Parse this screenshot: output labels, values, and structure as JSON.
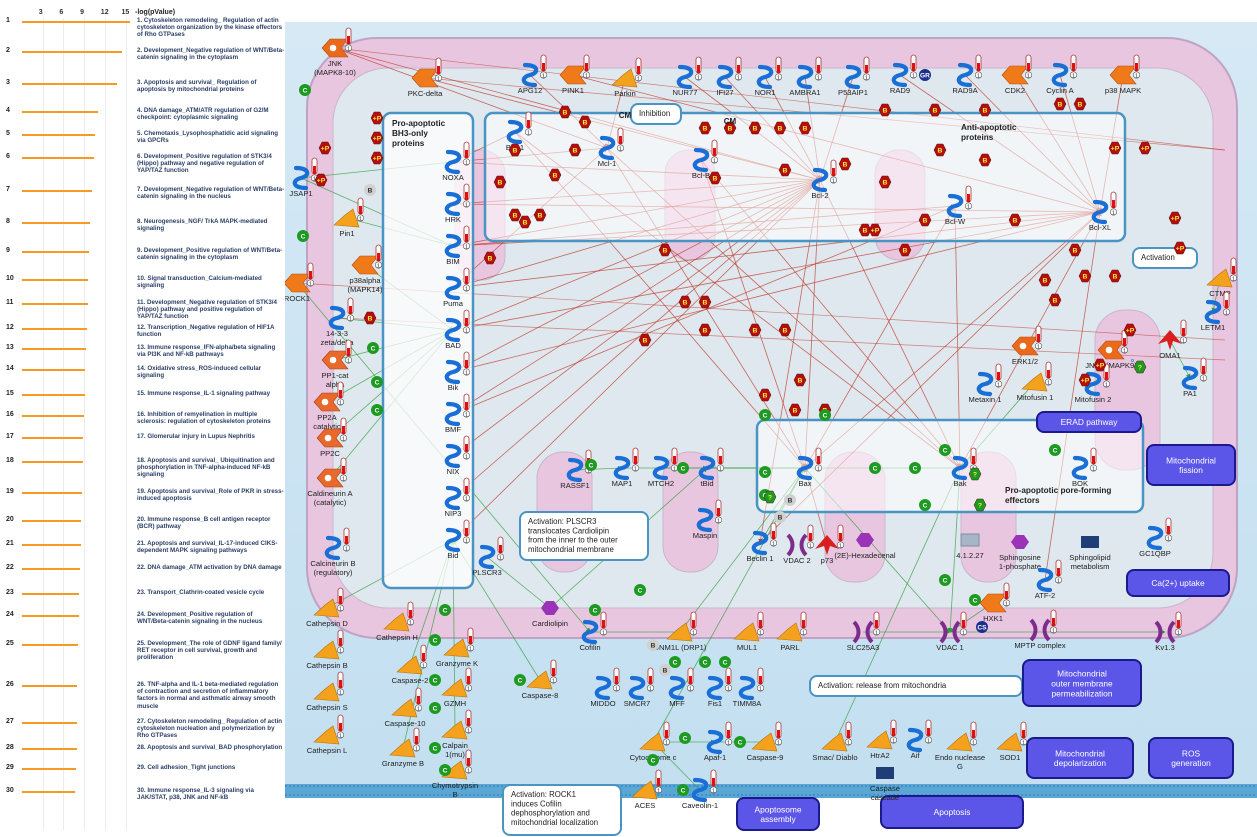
{
  "axis": {
    "title": "-log(pValue)",
    "ticks": [
      "3",
      "6",
      "9",
      "12",
      "15"
    ],
    "tick_values": [
      3,
      6,
      9,
      12,
      15
    ]
  },
  "pathways": [
    {
      "rank": "1",
      "name": "1. Cytoskeleton remodeling_ Regulation of actin cytoskeleton organization by the kinase effectors of Rho GTPases",
      "value": 15.6
    },
    {
      "rank": "2",
      "name": "2. Development_Negative regulation of WNT/Beta-catenin signaling in the cytoplasm",
      "value": 14.5
    },
    {
      "rank": "3",
      "name": "3. Apoptosis and survival_ Regulation of apoptosis by mitochondrial proteins",
      "value": 13.8
    },
    {
      "rank": "4",
      "name": "4. DNA damage_ATM/ATR regulation of G2/M checkpoint: cytoplasmic signaling",
      "value": 11.0
    },
    {
      "rank": "5",
      "name": "5. Chemotaxis_Lysophosphatidic acid signaling via GPCRs",
      "value": 10.6
    },
    {
      "rank": "6",
      "name": "6. Development_Positive regulation of STK3/4 (Hippo) pathway and negative regulation of YAP/TAZ function",
      "value": 10.4
    },
    {
      "rank": "7",
      "name": "7. Development_Negative regulation of WNT/Beta-catenin signaling in the nucleus",
      "value": 10.1
    },
    {
      "rank": "8",
      "name": "8. Neurogenesis_NGF/ TrkA MAPK-mediated signaling",
      "value": 9.9
    },
    {
      "rank": "9",
      "name": "9. Development_Positive regulation of WNT/Beta-catenin signaling in the cytoplasm",
      "value": 9.7
    },
    {
      "rank": "10",
      "name": "10. Signal transduction_Calcium-mediated signaling",
      "value": 9.6
    },
    {
      "rank": "11",
      "name": "11. Development_Negative regulation of STK3/4 (Hippo) pathway and positive regulation of YAP/TAZ function",
      "value": 9.5
    },
    {
      "rank": "12",
      "name": "12. Transcription_Negative regulation of HIF1A function",
      "value": 9.4
    },
    {
      "rank": "13",
      "name": "13. Immune response_IFN-alpha/beta signaling via PI3K and NF-kB pathways",
      "value": 9.3
    },
    {
      "rank": "14",
      "name": "14. Oxidative stress_ROS-induced cellular signaling",
      "value": 9.2
    },
    {
      "rank": "15",
      "name": "15. Immune response_IL-1 signaling pathway",
      "value": 9.1
    },
    {
      "rank": "16",
      "name": "16. Inhibition of remyelination in multiple sclerosis: regulation of cytoskeleton proteins",
      "value": 9.0
    },
    {
      "rank": "17",
      "name": "17. Glomerular injury in Lupus Nephritis",
      "value": 8.9
    },
    {
      "rank": "18",
      "name": "18. Apoptosis and survival_ Ubiquitination and phosphorylation in TNF-alpha-induced NF-kB signaling",
      "value": 8.8
    },
    {
      "rank": "19",
      "name": "19. Apoptosis and survival_Role of PKR in stress-induced apoptosis",
      "value": 8.7
    },
    {
      "rank": "20",
      "name": "20. Immune response_B cell antigen receptor (BCR) pathway",
      "value": 8.6
    },
    {
      "rank": "21",
      "name": "21. Apoptosis and survival_IL-17-induced CIKS-dependent MAPK signaling pathways",
      "value": 8.5
    },
    {
      "rank": "22",
      "name": "22. DNA damage_ATM activation by DNA damage",
      "value": 8.4
    },
    {
      "rank": "23",
      "name": "23. Transport_Clathrin-coated vesicle cycle",
      "value": 8.3
    },
    {
      "rank": "24",
      "name": "24. Development_Positive regulation of WNT/Beta-catenin signaling in the nucleus",
      "value": 8.2
    },
    {
      "rank": "25",
      "name": "25. Development_The role of GDNF ligand family/ RET receptor in cell survival, growth and proliferation",
      "value": 8.1
    },
    {
      "rank": "26",
      "name": "26. TNF-alpha and IL-1 beta-mediated regulation of contraction and secretion of inflammatory factors in normal and asthmatic airway smooth muscle",
      "value": 8.0
    },
    {
      "rank": "27",
      "name": "27. Cytoskeleton remodeling_ Regulation of actin cytoskeleton nucleation and polymerization by Rho GTPases",
      "value": 8.0
    },
    {
      "rank": "28",
      "name": "28. Apoptosis and survival_BAD phosphorylation",
      "value": 7.9
    },
    {
      "rank": "29",
      "name": "29. Cell adhesion_Tight junctions",
      "value": 7.8
    },
    {
      "rank": "30",
      "name": "30. Immune response_IL-3 signaling via JAK/STAT, p38, JNK and NF-kB",
      "value": 7.7
    }
  ],
  "boxes": {
    "bh3": "Pro-apoptotic BH3-only proteins",
    "anti": "Anti-apoptotic proteins",
    "pore": "Pro-apoptotic pore-forming effectors",
    "inhibition": "Inhibition",
    "activation": "Activation",
    "plscr3_note": "Activation: PLSCR3 translocates Cardiolipin from the inner to the outer mitochondrial membrane",
    "release_note": "Activation: release from mitochondria",
    "rock1_note": "Activation: ROCK1 induces Cofilin dephosphorylation and mitochondrial localization"
  },
  "processes": {
    "erad": "ERAD pathway",
    "fission": "Mitochondrial fission",
    "ca_uptake": "Ca(2+) uptake",
    "momp": "Mitochondrial outer membrane permeabilization",
    "depol": "Mitochondrial depolarization",
    "ros": "ROS generation",
    "apoptosome": "Apoptosome assembly",
    "apoptosis": "Apoptosis"
  },
  "nodes": [
    {
      "label": "JNK (MAPK8-10)",
      "type": "kinase-o"
    },
    {
      "label": "PKC-delta",
      "type": "kinase"
    },
    {
      "label": "APG12",
      "type": "s"
    },
    {
      "label": "PINK1",
      "type": "kinase"
    },
    {
      "label": "Parkin",
      "type": "enzyme"
    },
    {
      "label": "NUR77",
      "type": "s"
    },
    {
      "label": "IFI27",
      "type": "s"
    },
    {
      "label": "NOR1",
      "type": "s"
    },
    {
      "label": "AMBRA1",
      "type": "s"
    },
    {
      "label": "P53AIP1",
      "type": "s"
    },
    {
      "label": "RAD9",
      "type": "s"
    },
    {
      "label": "RAD9A",
      "type": "s"
    },
    {
      "label": "CDK2",
      "type": "kinase"
    },
    {
      "label": "Cyclin A",
      "type": "s"
    },
    {
      "label": "p38 MAPK",
      "type": "kinase"
    },
    {
      "label": "JSAP1",
      "type": "s"
    },
    {
      "label": "Pin1",
      "type": "enzyme"
    },
    {
      "label": "p38alpha (MAPK14)",
      "type": "kinase"
    },
    {
      "label": "ROCK1",
      "type": "kinase"
    },
    {
      "label": "14-3-3 zeta/delta",
      "type": "s"
    },
    {
      "label": "PP1-cat alpha",
      "type": "phos"
    },
    {
      "label": "PP2A catalytic",
      "type": "phos"
    },
    {
      "label": "PP2C",
      "type": "phos"
    },
    {
      "label": "Caldineurin A (catalytic)",
      "type": "phos"
    },
    {
      "label": "Calcineurin B (regulatory)",
      "type": "s"
    },
    {
      "label": "NOXA",
      "type": "s"
    },
    {
      "label": "HRK",
      "type": "s"
    },
    {
      "label": "BIM",
      "type": "s"
    },
    {
      "label": "Puma",
      "type": "s"
    },
    {
      "label": "BAD",
      "type": "s"
    },
    {
      "label": "Bik",
      "type": "s"
    },
    {
      "label": "BMF",
      "type": "s"
    },
    {
      "label": "NIX",
      "type": "s"
    },
    {
      "label": "NIP3",
      "type": "s"
    },
    {
      "label": "Bid",
      "type": "s"
    },
    {
      "label": "BFL1",
      "type": "s"
    },
    {
      "label": "Mcl-1",
      "type": "s"
    },
    {
      "label": "Bcl-B",
      "type": "s"
    },
    {
      "label": "Bcl-2",
      "type": "s"
    },
    {
      "label": "Bcl-W",
      "type": "s"
    },
    {
      "label": "Bcl-XL",
      "type": "s"
    },
    {
      "label": "CTMP",
      "type": "enzyme"
    },
    {
      "label": "LETM1",
      "type": "s"
    },
    {
      "label": "OMA1",
      "type": "red"
    },
    {
      "label": "PA1",
      "type": "s"
    },
    {
      "label": "ERK1/2",
      "type": "kinase-o"
    },
    {
      "label": "JNK2 (MAPK9)",
      "type": "kinase-o"
    },
    {
      "label": "Metaxin 1",
      "type": "s"
    },
    {
      "label": "Mitofusin 1",
      "type": "enzyme"
    },
    {
      "label": "Mitofusin 2",
      "type": "s"
    },
    {
      "label": "Bax",
      "type": "s"
    },
    {
      "label": "Bak",
      "type": "s"
    },
    {
      "label": "BOK",
      "type": "s"
    },
    {
      "label": "RASSF1",
      "type": "s"
    },
    {
      "label": "MAP1",
      "type": "s"
    },
    {
      "label": "MTCH2",
      "type": "s"
    },
    {
      "label": "tBid",
      "type": "s"
    },
    {
      "label": "PLSCR3",
      "type": "s"
    },
    {
      "label": "Maspin",
      "type": "s"
    },
    {
      "label": "Beclin 1",
      "type": "s"
    },
    {
      "label": "VDAC 2",
      "type": "channel"
    },
    {
      "label": "p73",
      "type": "red"
    },
    {
      "label": "(2E)-Hexadecenal",
      "type": "hex"
    },
    {
      "label": "4.1.2.27",
      "type": "rect"
    },
    {
      "label": "Sphingosine 1-phosphate",
      "type": "hex"
    },
    {
      "label": "Sphingolipid metabolism",
      "type": "navy"
    },
    {
      "label": "GC1QBP",
      "type": "s"
    },
    {
      "label": "HXK1",
      "type": "kinase"
    },
    {
      "label": "ATF-2",
      "type": "s"
    },
    {
      "label": "Cardiolipin",
      "type": "hex"
    },
    {
      "label": "Cofilin",
      "type": "s"
    },
    {
      "label": "DNM1L (DRP1)",
      "type": "enzyme"
    },
    {
      "label": "MUL1",
      "type": "enzyme"
    },
    {
      "label": "PARL",
      "type": "enzyme"
    },
    {
      "label": "SLC25A3",
      "type": "channel"
    },
    {
      "label": "VDAC 1",
      "type": "channel"
    },
    {
      "label": "MPTP complex",
      "type": "channel"
    },
    {
      "label": "Kv1.3",
      "type": "channel"
    },
    {
      "label": "Cathepsin D",
      "type": "enzyme"
    },
    {
      "label": "Cathepsin H",
      "type": "enzyme"
    },
    {
      "label": "Cathepsin B",
      "type": "enzyme"
    },
    {
      "label": "Cathepsin S",
      "type": "enzyme"
    },
    {
      "label": "Cathepsin L",
      "type": "enzyme"
    },
    {
      "label": "Granzyme K",
      "type": "enzyme"
    },
    {
      "label": "Caspase-2",
      "type": "enzyme"
    },
    {
      "label": "GZMH",
      "type": "enzyme"
    },
    {
      "label": "Caspase-8",
      "type": "enzyme"
    },
    {
      "label": "Caspase-10",
      "type": "enzyme"
    },
    {
      "label": "Calpain 1(mu)",
      "type": "enzyme"
    },
    {
      "label": "Granzyme B",
      "type": "enzyme"
    },
    {
      "label": "Chymotrypsin B",
      "type": "enzyme"
    },
    {
      "label": "MIDDO",
      "type": "s"
    },
    {
      "label": "SMCR7",
      "type": "s"
    },
    {
      "label": "MFF",
      "type": "s"
    },
    {
      "label": "Fis1",
      "type": "s"
    },
    {
      "label": "TIMM8A",
      "type": "s"
    },
    {
      "label": "Cytochrome c",
      "type": "enzyme"
    },
    {
      "label": "Apaf-1",
      "type": "s"
    },
    {
      "label": "Caspase-9",
      "type": "enzyme"
    },
    {
      "label": "Smac/ Diablo",
      "type": "enzyme"
    },
    {
      "label": "HtrA2",
      "type": "enzyme"
    },
    {
      "label": "Aif",
      "type": "s"
    },
    {
      "label": "Endo nuclease G",
      "type": "enzyme"
    },
    {
      "label": "SOD1",
      "type": "enzyme"
    },
    {
      "label": "Caspase cascade",
      "type": "navy"
    },
    {
      "label": "ACES",
      "type": "enzyme"
    },
    {
      "label": "Caveolin-1",
      "type": "s"
    }
  ],
  "legend_tokens": {
    "inhibit": "B",
    "phos": "+P",
    "activate": "C",
    "cm": "CM",
    "gr": "GR",
    "cs": "CS",
    "unknown": "?",
    "thermo": "1"
  }
}
